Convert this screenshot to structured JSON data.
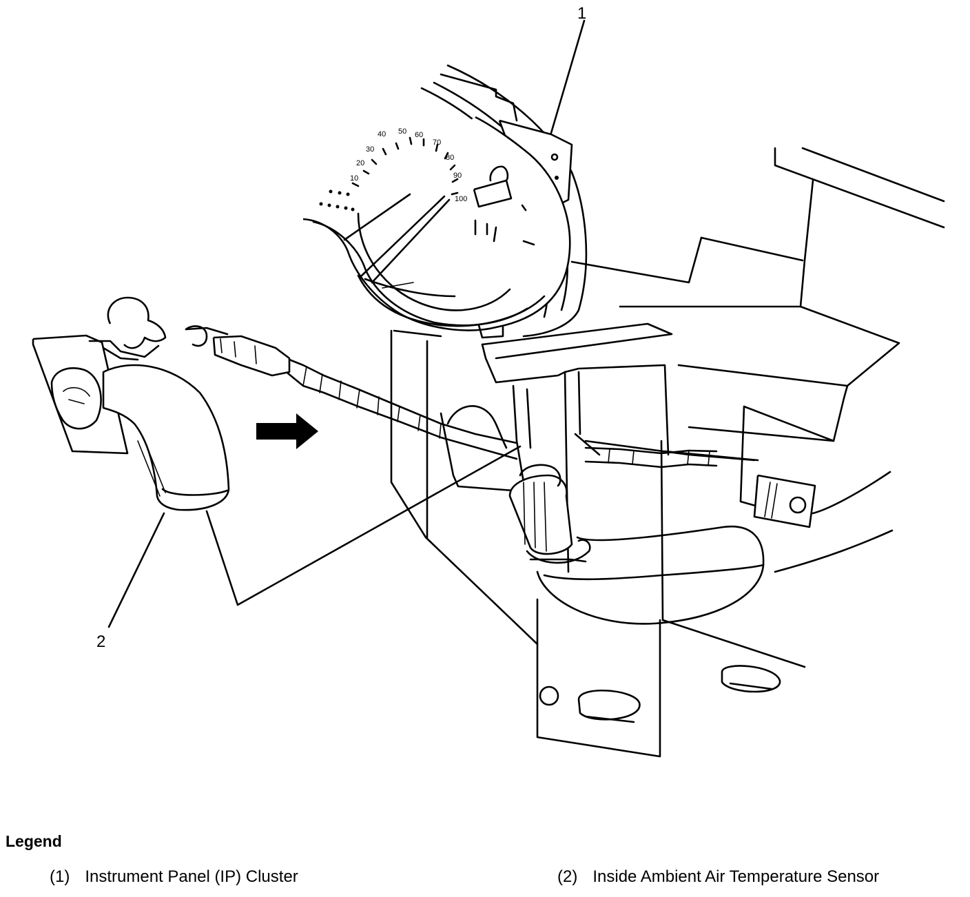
{
  "callouts": {
    "c1": "1",
    "c2": "2"
  },
  "speedometer": {
    "ticks": [
      "40",
      "50",
      "60",
      "70",
      "80",
      "90",
      "100",
      "30",
      "20",
      "10"
    ]
  },
  "legend": {
    "title": "Legend",
    "items": [
      {
        "number": "(1)",
        "text": "Instrument Panel (IP) Cluster"
      },
      {
        "number": "(2)",
        "text": "Inside Ambient Air Temperature Sensor"
      }
    ]
  }
}
